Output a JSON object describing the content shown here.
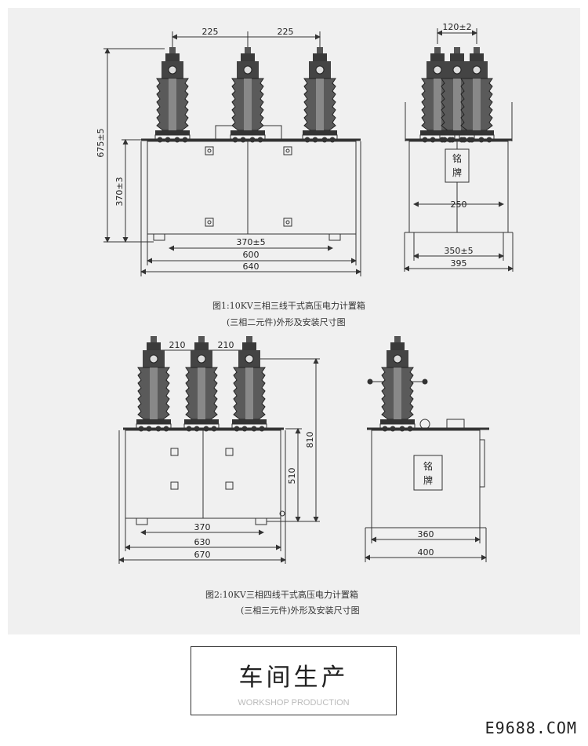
{
  "figure1": {
    "dims": {
      "top_left": "225",
      "top_right": "225",
      "side_top": "120±2",
      "height_total": "675±5",
      "height_box": "370±3",
      "mount": "370±5",
      "width_inner": "600",
      "width_outer": "640",
      "side_mid": "250",
      "side_mount": "350±5",
      "side_outer": "395"
    },
    "nameplate": [
      "铭",
      "牌"
    ],
    "caption_line1": "图1:10KV三相三线干式高压电力计置箱",
    "caption_line2": "(三相二元件)外形及安装尺寸图"
  },
  "figure2": {
    "dims": {
      "top_left": "210",
      "top_right": "210",
      "height_total": "810",
      "height_box": "510",
      "mount": "370",
      "width_inner": "630",
      "width_outer": "670",
      "side_mount": "360",
      "side_outer": "400"
    },
    "nameplate": [
      "铭",
      "牌"
    ],
    "caption_line1": "图2:10KV三相四线干式高压电力计置箱",
    "caption_line2": "(三相三元件)外形及安装尺寸图"
  },
  "section": {
    "title": "车间生产",
    "subtitle": "WORKSHOP PRODUCTION"
  },
  "watermark": "E9688.COM"
}
